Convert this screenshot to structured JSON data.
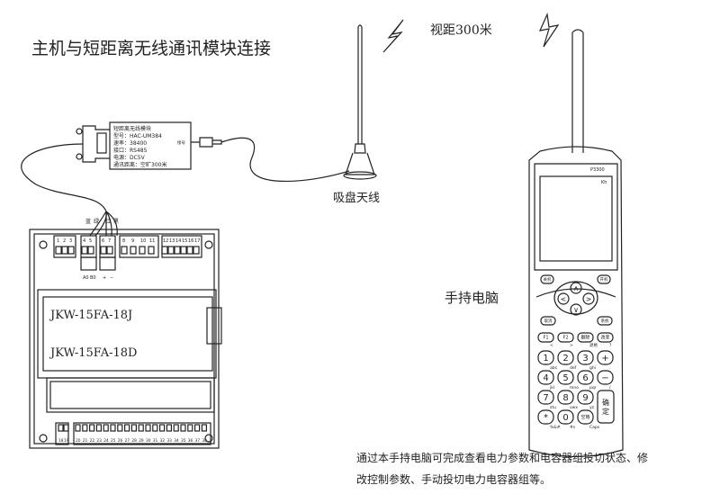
{
  "title": "主机与短距离无线通讯模块连接",
  "range_label": "视距300米",
  "antenna_label": "吸盘天线",
  "handheld_label": "手持电脑",
  "description": [
    "通过本手持电脑可完成查看电力参数和电容器组投切状态、修",
    "改控制参数、手动投切电力电容器组等。"
  ],
  "module": {
    "lines": [
      "短距离无线模块",
      "型号：HAC-UM384",
      "速率：38400",
      "接口：RS485",
      "电源：DC5V",
      "通讯距离：空旷300米"
    ],
    "side_label": "接号"
  },
  "wires": [
    "蓝",
    "绿",
    "红",
    "黑"
  ],
  "device": {
    "model_1": "JKW-15FA-18J",
    "model_2": "JKW-15FA-18D",
    "top_terminals": [
      "1",
      "2",
      "3",
      "4",
      "5",
      "6",
      "7",
      "8",
      "9",
      "10",
      "11",
      "12",
      "13",
      "14",
      "15",
      "16",
      "17"
    ],
    "terminal_labels": [
      "A0",
      "B0",
      "+",
      "−"
    ],
    "bottom_terminals": [
      "18",
      "19",
      "20",
      "21",
      "22",
      "23",
      "24",
      "25",
      "26",
      "27",
      "28",
      "29",
      "30",
      "31",
      "32",
      "33",
      "34",
      "35",
      "36",
      "37",
      "38"
    ]
  },
  "handheld": {
    "screen_top": "P3300",
    "screen_sub": "Kh",
    "soft_keys": [
      "关机",
      "开机"
    ],
    "nav_keys": [
      "∧",
      "<",
      ">",
      "∨"
    ],
    "func_keys": [
      "取消",
      "系统"
    ],
    "f_row": [
      {
        "k": "F1",
        "s": "<"
      },
      {
        "k": "F2",
        "s": ">"
      },
      {
        "k": "删除",
        "s": "退格"
      },
      {
        "k": "改变",
        "s": "?"
      }
    ],
    "num_rows": [
      [
        {
          "k": "1",
          "s": "abc"
        },
        {
          "k": "2",
          "s": "def"
        },
        {
          "k": "3",
          "s": "ghi"
        },
        {
          "k": "+",
          "s": "."
        }
      ],
      [
        {
          "k": "4",
          "s": "jkl"
        },
        {
          "k": "5",
          "s": "mno"
        },
        {
          "k": "6",
          "s": "pqr"
        },
        {
          "k": "−",
          "s": "/"
        }
      ],
      [
        {
          "k": "7",
          "s": "stu"
        },
        {
          "k": "8",
          "s": "vwx"
        },
        {
          "k": "9",
          "s": "yz"
        }
      ],
      [
        {
          "k": "*",
          "s": "%&#"
        },
        {
          "k": "0",
          "s": "#s"
        },
        {
          "k": "空格",
          "s": "Caps"
        }
      ]
    ],
    "enter_key": "确定"
  }
}
